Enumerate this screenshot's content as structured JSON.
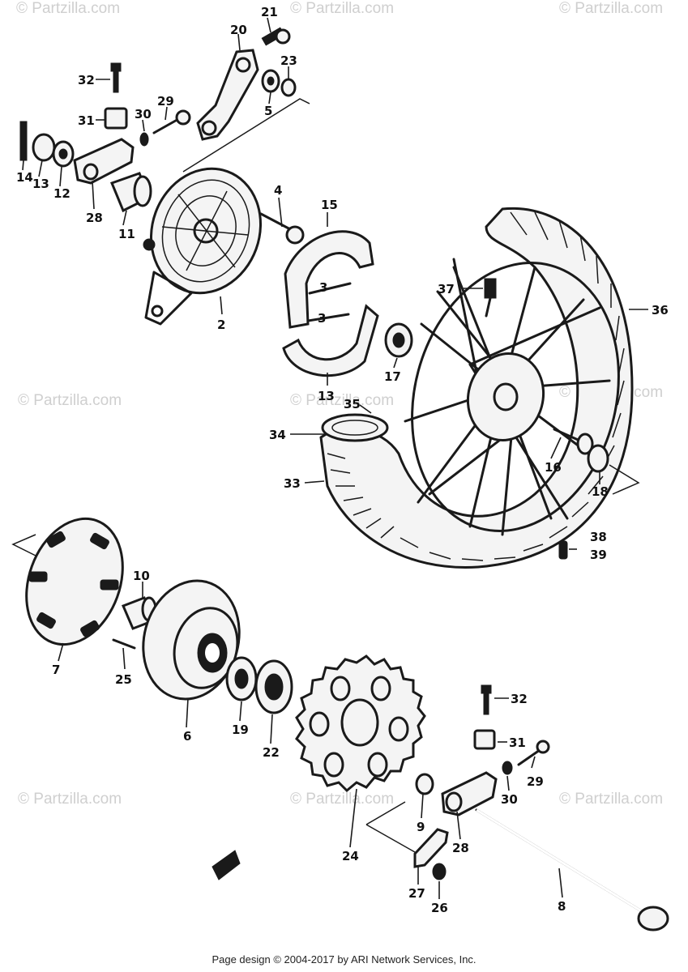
{
  "watermark": "© Partzilla.com",
  "footer": {
    "text": "Page design © 2004-2017 by ARI Network Services, Inc."
  },
  "callouts": [
    {
      "id": "c21",
      "label": "21"
    },
    {
      "id": "c20",
      "label": "20"
    },
    {
      "id": "c23",
      "label": "23"
    },
    {
      "id": "c5",
      "label": "5"
    },
    {
      "id": "c32a",
      "label": "32"
    },
    {
      "id": "c31a",
      "label": "31"
    },
    {
      "id": "c30a",
      "label": "30"
    },
    {
      "id": "c29a",
      "label": "29"
    },
    {
      "id": "c14",
      "label": "14"
    },
    {
      "id": "c13",
      "label": "13"
    },
    {
      "id": "c12",
      "label": "12"
    },
    {
      "id": "c28a",
      "label": "28"
    },
    {
      "id": "c11",
      "label": "11"
    },
    {
      "id": "c4",
      "label": "4"
    },
    {
      "id": "c15",
      "label": "15"
    },
    {
      "id": "c2",
      "label": "2"
    },
    {
      "id": "c3a",
      "label": "3"
    },
    {
      "id": "c3b",
      "label": "3"
    },
    {
      "id": "c37",
      "label": "37"
    },
    {
      "id": "c36",
      "label": "36"
    },
    {
      "id": "c17",
      "label": "17"
    },
    {
      "id": "c13b",
      "label": "13"
    },
    {
      "id": "c35",
      "label": "35"
    },
    {
      "id": "c34",
      "label": "34"
    },
    {
      "id": "c33",
      "label": "33"
    },
    {
      "id": "c16",
      "label": "16"
    },
    {
      "id": "c18",
      "label": "18"
    },
    {
      "id": "c38",
      "label": "38"
    },
    {
      "id": "c39",
      "label": "39"
    },
    {
      "id": "c10",
      "label": "10"
    },
    {
      "id": "c7",
      "label": "7"
    },
    {
      "id": "c25",
      "label": "25"
    },
    {
      "id": "c6",
      "label": "6"
    },
    {
      "id": "c19",
      "label": "19"
    },
    {
      "id": "c22",
      "label": "22"
    },
    {
      "id": "c32b",
      "label": "32"
    },
    {
      "id": "c31b",
      "label": "31"
    },
    {
      "id": "c29b",
      "label": "29"
    },
    {
      "id": "c30b",
      "label": "30"
    },
    {
      "id": "c9",
      "label": "9"
    },
    {
      "id": "c28b",
      "label": "28"
    },
    {
      "id": "c24",
      "label": "24"
    },
    {
      "id": "c27",
      "label": "27"
    },
    {
      "id": "c26",
      "label": "26"
    },
    {
      "id": "c8",
      "label": "8"
    }
  ]
}
